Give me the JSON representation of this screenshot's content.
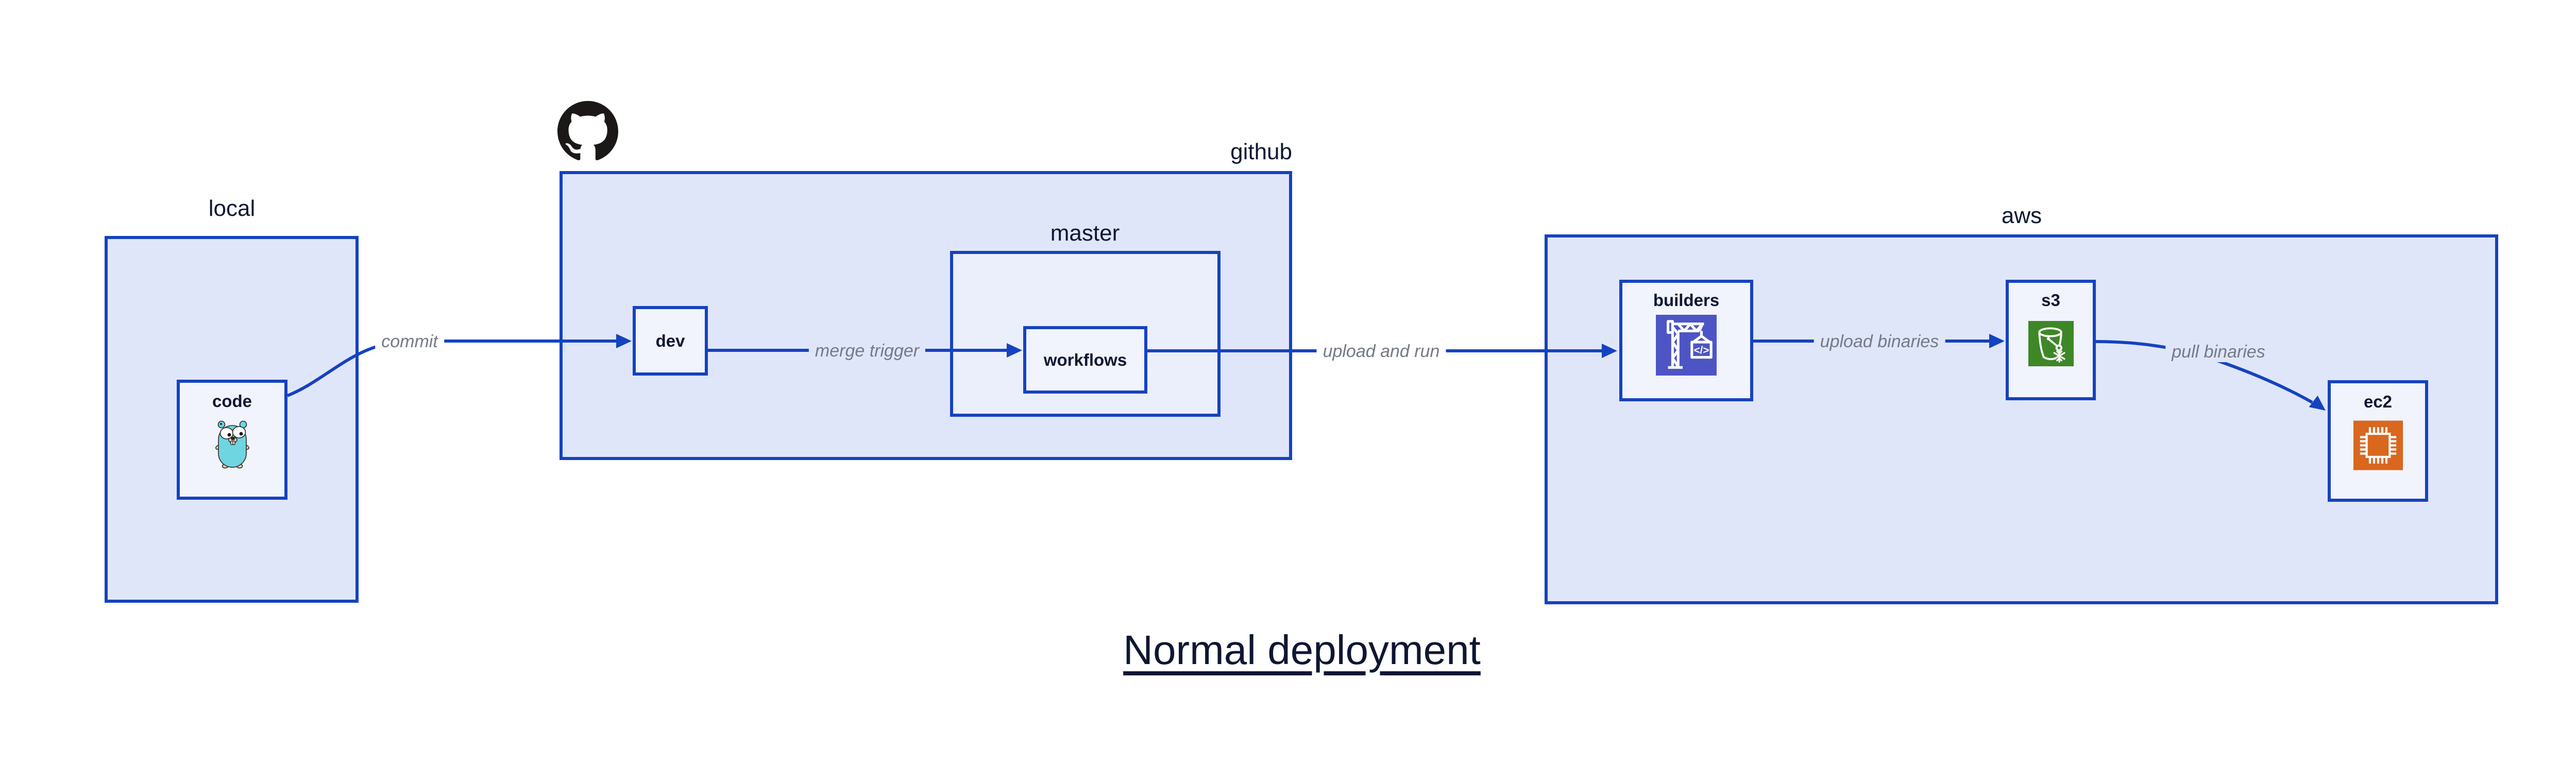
{
  "title": {
    "text": "Normal deployment"
  },
  "containers": {
    "local": {
      "label": "local"
    },
    "github": {
      "label": "github",
      "logo_icon": "github-octocat"
    },
    "master": {
      "label": "master"
    },
    "aws": {
      "label": "aws"
    }
  },
  "nodes": {
    "code": {
      "label": "code",
      "icon": "go-gopher"
    },
    "dev": {
      "label": "dev"
    },
    "workflows": {
      "label": "workflows"
    },
    "builders": {
      "label": "builders",
      "icon": "aws-codebuild-crane",
      "icon_glyph": "</>"
    },
    "s3": {
      "label": "s3",
      "icon": "aws-s3-glacier-bucket"
    },
    "ec2": {
      "label": "ec2",
      "icon": "aws-ec2-chip"
    }
  },
  "edges": {
    "commit": {
      "label": "commit",
      "from": "local.code",
      "to": "github.dev"
    },
    "merge_trigger": {
      "label": "merge trigger",
      "from": "github.dev",
      "to": "github.master.workflows"
    },
    "upload_and_run": {
      "label": "upload and run",
      "from": "github.master.workflows",
      "to": "aws.builders"
    },
    "upload_binaries": {
      "label": "upload binaries",
      "from": "aws.builders",
      "to": "aws.s3"
    },
    "pull_binaries": {
      "label": "pull binaries",
      "from": "aws.s3",
      "to": "aws.ec2"
    }
  },
  "colors": {
    "background": "#FFFFFF",
    "stroke_blue": "#1542C0",
    "container_fill": "#E0E6FA",
    "nested_container_fill": "#EBEFFC",
    "node_fill": "#F1F4FD",
    "label_text": "#0E1633",
    "edge_label_text": "#74798A",
    "github_logo_black": "#1B1817",
    "codebuild_icon_bg": "#4D55C5",
    "s3_icon_bg": "#3E8727",
    "ec2_icon_bg": "#D9671E",
    "gopher_body": "#6FD5E0"
  }
}
